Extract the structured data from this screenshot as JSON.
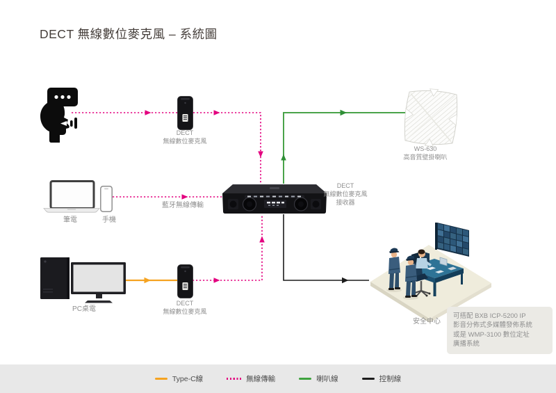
{
  "title": "DECT 無線數位麥克風 – 系統圖",
  "diagram": {
    "mic_top_label": "DECT\n無線數位麥克風",
    "laptop_label": "筆電",
    "phone_label": "手機",
    "bluetooth_label": "藍牙無線傳輸",
    "pc_label": "PC桌電",
    "mic_bottom_label": "DECT\n無線數位麥克風",
    "receiver_label": "DECT\n無線數位麥克風\n接收器",
    "wall_speaker_label": "WS-630\n高音質壁掛喇叭",
    "security_center_label": "安全中心",
    "note_text": "可搭配 BXB ICP-5200 IP\n影音分佈式多媒體發佈系統\n或是 WMP-3100 數位定址\n廣播系統"
  },
  "legend": {
    "items": [
      {
        "id": "type-c",
        "label": "Type-C線",
        "color": "#F5A321",
        "style": "solid"
      },
      {
        "id": "wireless",
        "label": "無線傳輸",
        "color": "#E3007F",
        "style": "dotted"
      },
      {
        "id": "speaker",
        "label": "喇叭線",
        "color": "#3FA33F",
        "style": "solid"
      },
      {
        "id": "control",
        "label": "控制線",
        "color": "#1C1C1C",
        "style": "solid"
      }
    ]
  },
  "colors": {
    "type_c_line": "#F5A321",
    "wireless_line": "#E3007F",
    "speaker_line": "#4AA34A",
    "control_line": "#1C1C1C",
    "title_text": "#453e3a",
    "label_text": "#8f8f8f",
    "legend_bar_bg": "#e8e8e8",
    "note_bg": "#ebeae5"
  }
}
